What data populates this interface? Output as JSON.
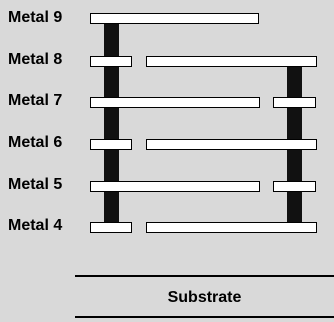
{
  "layers": [
    {
      "label": "Metal 9"
    },
    {
      "label": "Metal 8"
    },
    {
      "label": "Metal 7"
    },
    {
      "label": "Metal 6"
    },
    {
      "label": "Metal 5"
    },
    {
      "label": "Metal 4"
    }
  ],
  "substrate": {
    "label": "Substrate"
  },
  "colors": {
    "background": "#d9d9d9",
    "line_fill": "#ffffff",
    "line_stroke": "#000000",
    "via": "#111111"
  }
}
